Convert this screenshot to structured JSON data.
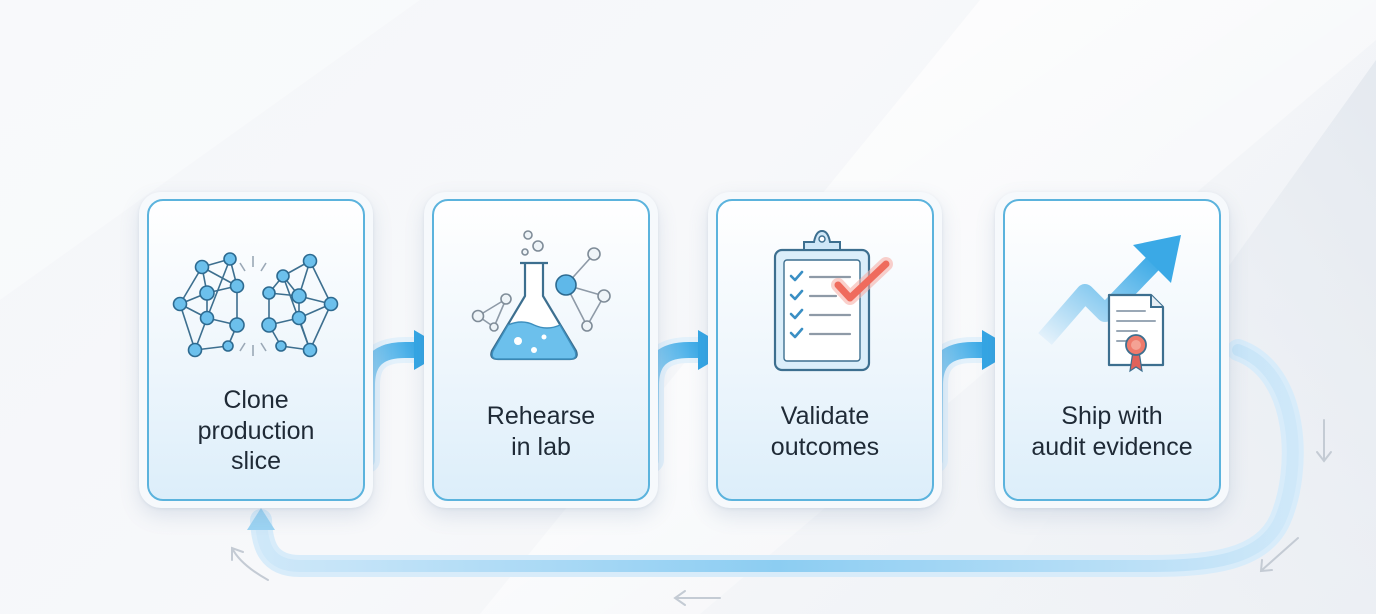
{
  "steps": [
    {
      "label": "Clone\nproduction\nslice",
      "icon": "network-clone-icon"
    },
    {
      "label": "Rehearse\nin lab",
      "icon": "flask-molecule-icon"
    },
    {
      "label": "Validate\noutcomes",
      "icon": "clipboard-checklist-icon"
    },
    {
      "label": "Ship with\naudit evidence",
      "icon": "growth-certificate-icon"
    }
  ],
  "colors": {
    "card_border": "#5bb3dd",
    "arrow_blue": "#45b0e8",
    "icon_stroke": "#3d6f8f",
    "icon_fill": "#6cc0ec",
    "check_red": "#ef6b5d"
  }
}
